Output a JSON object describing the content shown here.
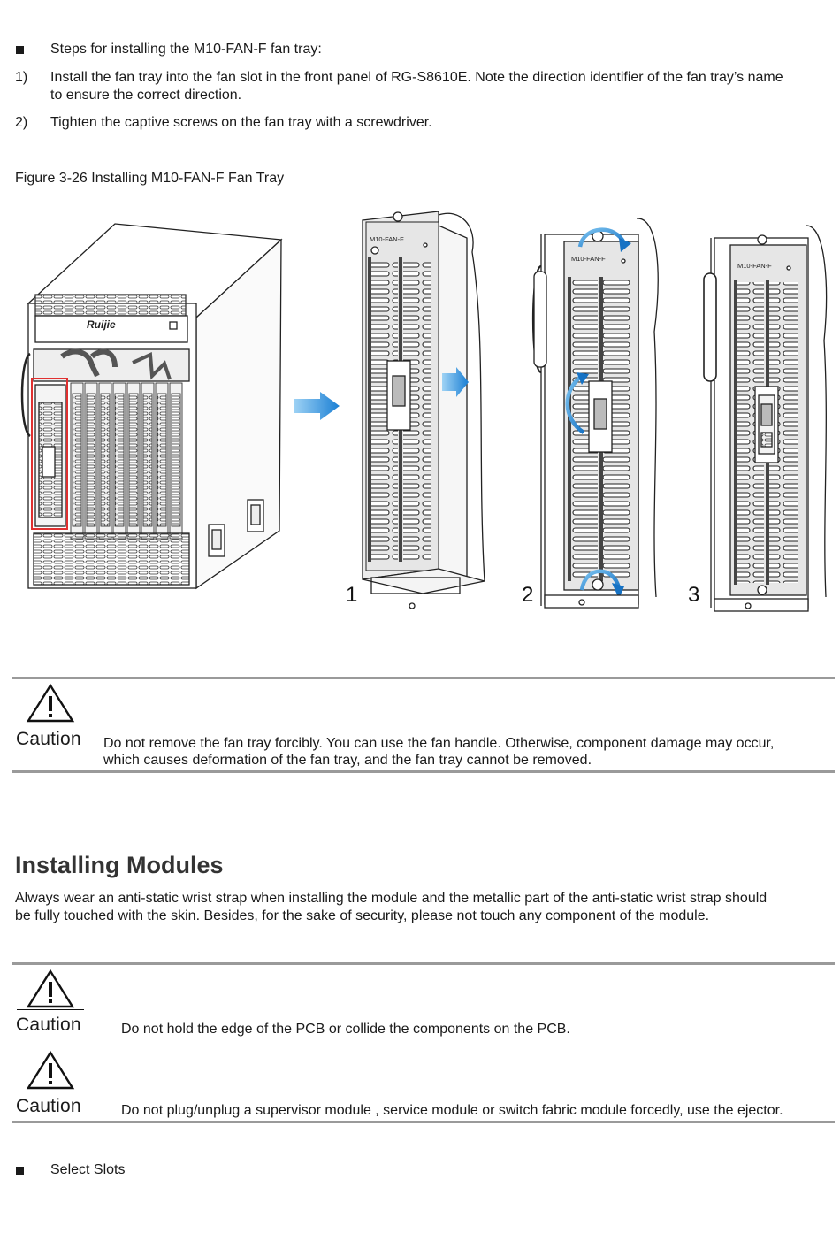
{
  "install_fan": {
    "heading": "Steps for installing the M10-FAN-F fan tray:",
    "steps": [
      {
        "num": "1)",
        "line1": "Install the fan tray into the fan slot in the front panel of RG-S8610E. Note the direction identifier of the fan tray’s name",
        "line2": "to ensure the correct direction."
      },
      {
        "num": "2)",
        "line1": "Tighten the captive screws on the fan tray with a screwdriver."
      }
    ]
  },
  "figure": {
    "caption": "Figure 3-26 Installing M10-FAN-F Fan Tray",
    "brand": "Ruijie",
    "tray_label": "M10-FAN-F",
    "step_numbers": [
      "1",
      "2",
      "3"
    ]
  },
  "caution1": {
    "label": "Caution",
    "line1": "Do not remove the fan tray forcibly. You can use the fan handle. Otherwise, component damage may occur,",
    "line2": "which causes deformation of the fan tray, and the fan tray cannot be removed."
  },
  "modules": {
    "title": "Installing Modules",
    "line1": "Always wear an anti-static wrist strap when installing the module and the metallic part of the anti-static wrist strap should",
    "line2": "be fully touched with the skin. Besides, for the sake of security, please not touch any component of the module."
  },
  "caution2": {
    "label": "Caution",
    "text": "Do not hold the edge of the PCB or collide the components on the PCB."
  },
  "caution3": {
    "label": "Caution",
    "text": "Do not plug/unplug a supervisor module , service module or switch fabric module forcedly, use the ejector."
  },
  "select_slots": {
    "text": "Select Slots"
  }
}
